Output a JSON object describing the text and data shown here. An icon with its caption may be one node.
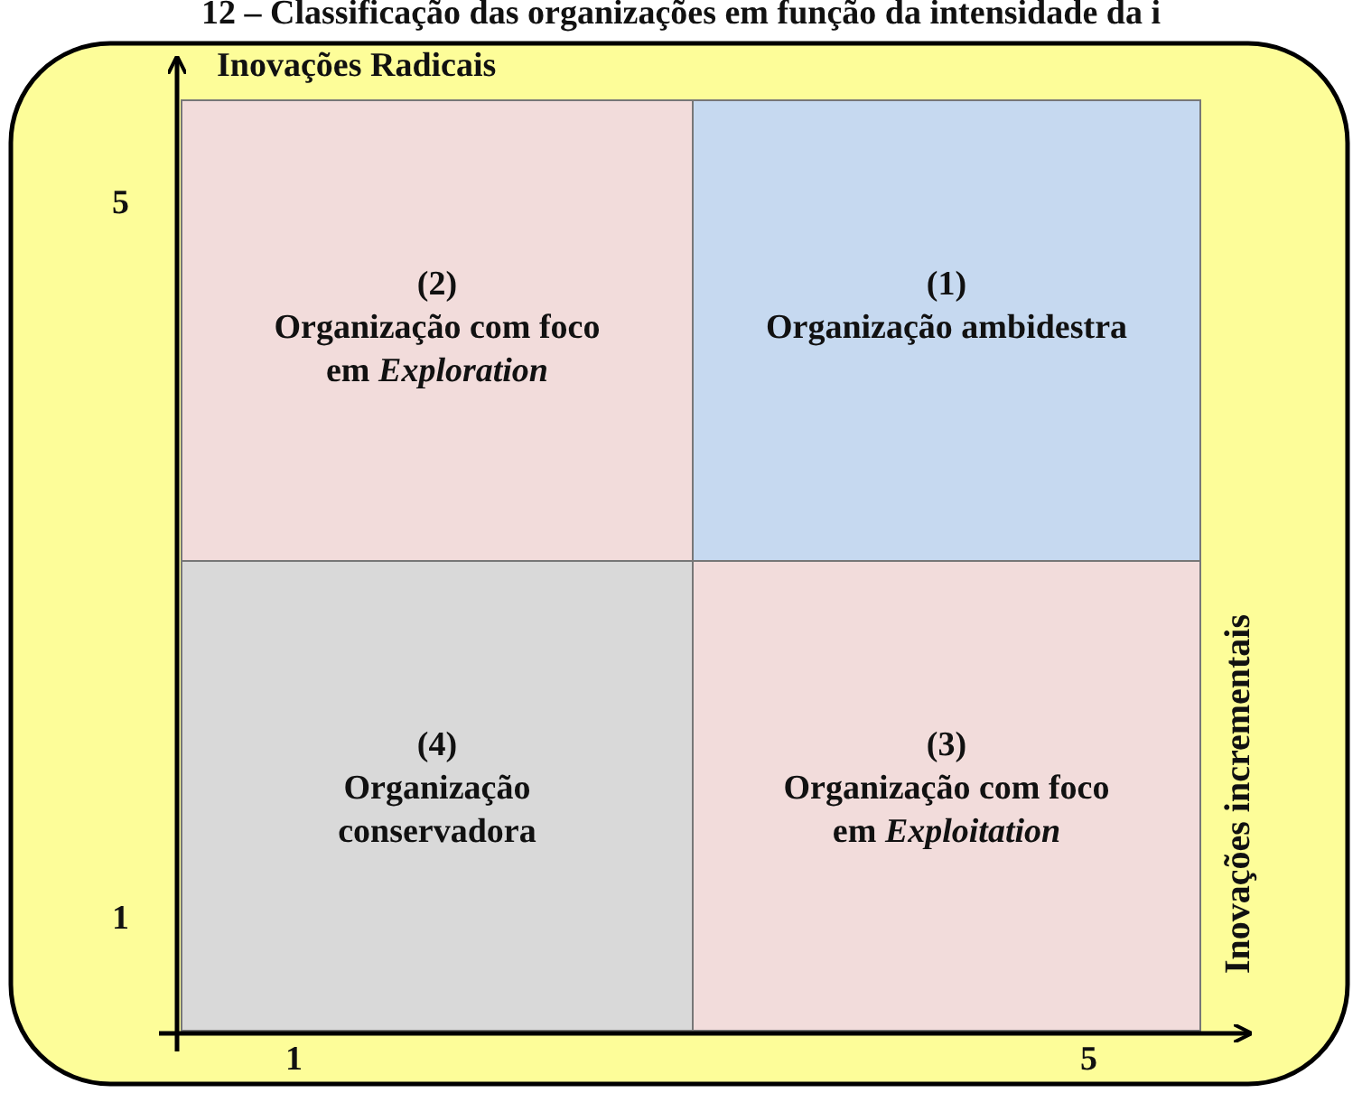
{
  "diagram": {
    "title": "12 – Classificação das organizações em função da intensidade da i",
    "nodes": [
      {
        "text": [
          "(2)",
          "Organização com foco em *Exploration*"
        ]
      },
      {
        "text": [
          "(1)",
          "Organização ambidestra"
        ]
      },
      {
        "text": [
          "(4)",
          "Organização conservadora"
        ]
      },
      {
        "text": [
          "(3)",
          "Organização com foco em *Exploitation*"
        ]
      }
    ],
    "labels": [
      "Inovações Radicais",
      "5",
      "1",
      "1",
      "5",
      "Inovações incrementais"
    ]
  }
}
